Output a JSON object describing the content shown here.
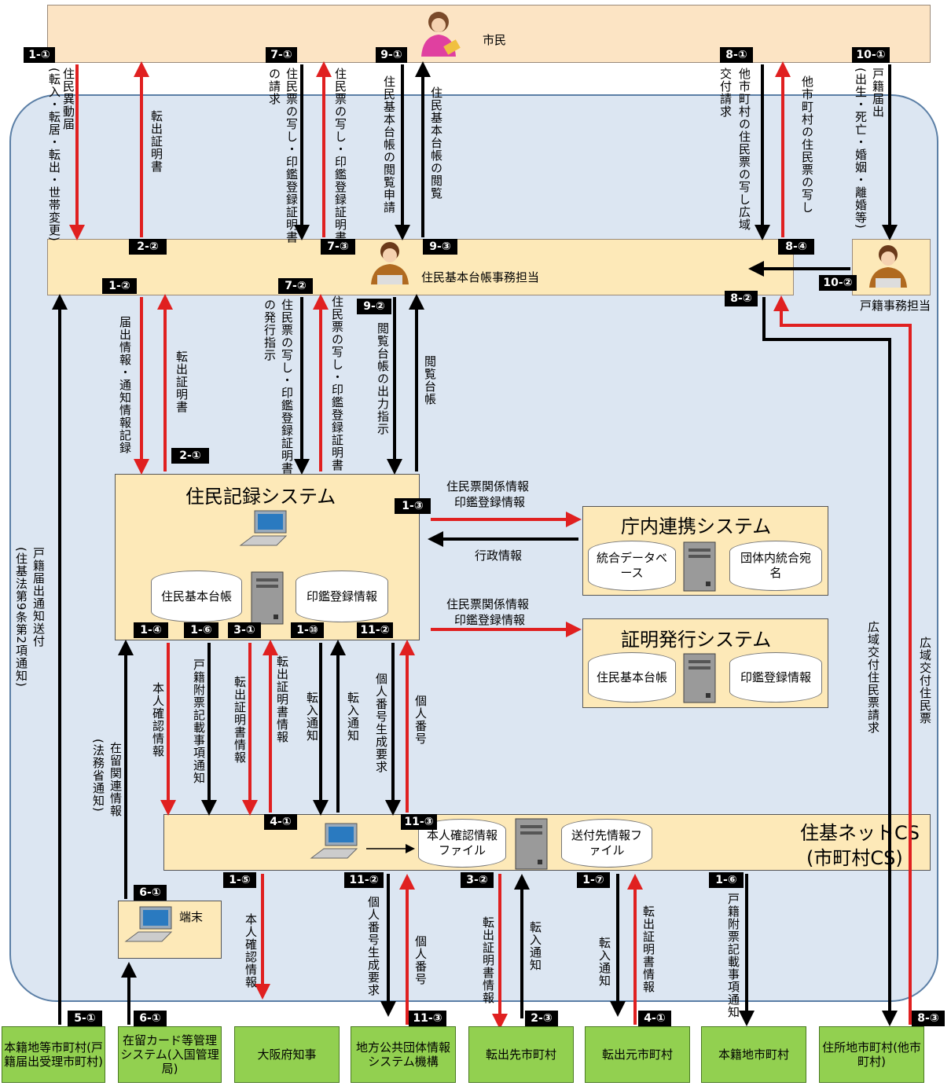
{
  "actors": {
    "citizen": "市民",
    "resident_staff": "住民基本台帳事務担当",
    "family_staff": "戸籍事務担当"
  },
  "systems": {
    "jumin": {
      "title": "住民記録システム",
      "db1": "住民基本台帳",
      "db2": "印鑑登録情報"
    },
    "chonai": {
      "title": "庁内連携システム",
      "db1": "統合データベース",
      "db2": "団体内統合宛名"
    },
    "shomei": {
      "title": "証明発行システム",
      "db1": "住民基本台帳",
      "db2": "印鑑登録情報"
    },
    "cs": {
      "title1": "住基ネットCS",
      "title2": "(市町村CS)",
      "file1": "本人確認情報ファイル",
      "file2": "送付先情報ファイル"
    },
    "terminal": "端末"
  },
  "tags": {
    "t1_1": "1-①",
    "t2_2": "2-②",
    "t7_1": "7-①",
    "t7_3": "7-③",
    "t9_1": "9-①",
    "t9_3": "9-③",
    "t8_1": "8-①",
    "t8_4": "8-④",
    "t10_1": "10-①",
    "t10_2": "10-②",
    "t8_2": "8-②",
    "t1_2": "1-②",
    "t7_2": "7-②",
    "t9_2": "9-②",
    "t2_1": "2-①",
    "t1_3": "1-③",
    "t1_4": "1-④",
    "t1_6a": "1-⑥",
    "t3_1": "3-①",
    "t1_10": "1-⑩",
    "t11_2a": "11-②",
    "t4_1a": "4-①",
    "t11_3a": "11-③",
    "t6_1a": "6-①",
    "t1_5": "1-⑤",
    "t11_2b": "11-②",
    "t3_2": "3-②",
    "t1_7": "1-⑦",
    "t1_6b": "1-⑥",
    "t5_1": "5-①",
    "t6_1b": "6-①",
    "t11_3b": "11-③",
    "t2_3": "2-③",
    "t4_1b": "4-①",
    "t8_3": "8-③"
  },
  "labels": {
    "l1_1a": "住民異動届",
    "l1_1b": "(転入・転居・転出・世帯変更)",
    "l2_2": "転出証明書",
    "l7_1a": "の請求",
    "l7_1b": "住民票の写し・印鑑登録証明書",
    "l7_3": "住民票の写し・印鑑登録証明書",
    "l9_1": "住民基本台帳の閲覧申請",
    "l9_3": "住民基本台帳の閲覧",
    "l8_1a": "交付請求",
    "l8_1b": "他市町村の住民票の写し広域",
    "l8_4": "他市町村の住民票の写し",
    "l10_1a": "戸籍届出",
    "l10_1b": "(出生・死亡・婚姻・離婚等)",
    "l1_2": "届出情報・通知情報記録",
    "l2_1": "転出証明書",
    "l7_2a": "の発行指示",
    "l7_2b": "住民票の写し・印鑑登録証明書",
    "l7_2c": "住民票の写し・印鑑登録証明書",
    "l9_2a": "閲覧台帳の出力指示",
    "l9_2b": "閲覧台帳",
    "l1_3a": "住民票関係情報",
    "l1_3b": "印鑑登録情報",
    "l_gyosei": "行政情報",
    "l_sh_a": "住民票関係情報",
    "l_sh_b": "印鑑登録情報",
    "l5_1a": "戸籍届出通知送付",
    "l5_1b": "(住基法第9条第2項通知)",
    "l6_1a": "在留関連情報",
    "l6_1b": "(法務省通知)",
    "l1_4": "本人確認情報",
    "l1_6": "戸籍附票記載事項通知",
    "l3_1a": "転出証明書情報",
    "l3_1b": "転出証明書情報",
    "l1_10a": "転入通知",
    "l1_10b": "転入通知",
    "l11_2": "個人番号生成要求",
    "l11_2r": "個人番号",
    "l8_3a": "広域交付住民票請求",
    "l8_3b": "広域交付住民票",
    "l1_5": "本人確認情報",
    "l11_2c": "個人番号生成要求",
    "l11_3c": "個人番号",
    "l3_2": "転出証明書情報",
    "l2_3": "転入通知",
    "l1_7": "転入通知",
    "l4_1": "転出証明書情報",
    "l1_6c": "戸籍附票記載事項通知"
  },
  "entities": {
    "e1": "本籍地等市町村(戸籍届出受理市町村)",
    "e2": "在留カード等管理システム(入国管理局)",
    "e3": "大阪府知事",
    "e4": "地方公共団体情報システム機構",
    "e5": "転出先市町村",
    "e6": "転出元市町村",
    "e7": "本籍地市町村",
    "e8": "住所地市町村(他市町村)"
  },
  "colors": {
    "red": "#e02020",
    "black": "#000000",
    "green": "#92d050",
    "band": "#fce4c4",
    "sys": "#fde9b8"
  }
}
